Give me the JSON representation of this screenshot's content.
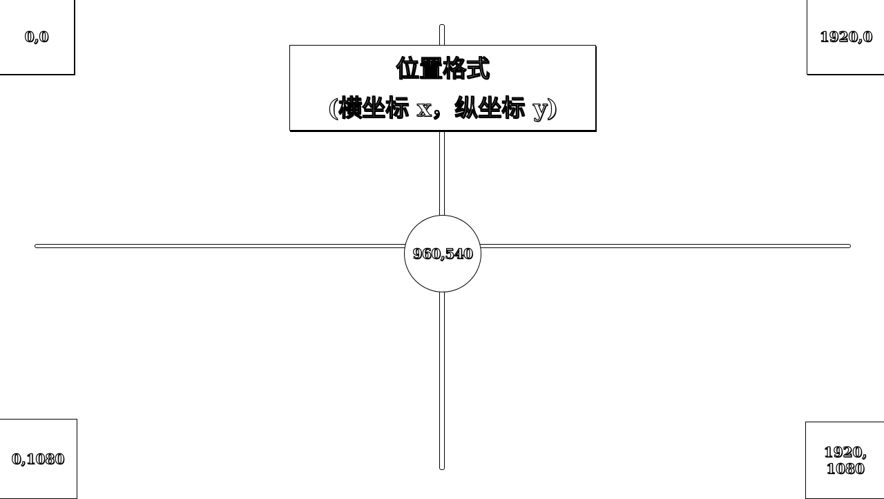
{
  "title": {
    "line1": "位置格式",
    "line2": "(横坐标 x，纵坐标 y)"
  },
  "center": {
    "label": "960,540"
  },
  "corners": {
    "top_left": "0,0",
    "top_right": "1920,0",
    "bottom_left": "0,1080",
    "bottom_right_line1": "1920,",
    "bottom_right_line2": "1080"
  }
}
